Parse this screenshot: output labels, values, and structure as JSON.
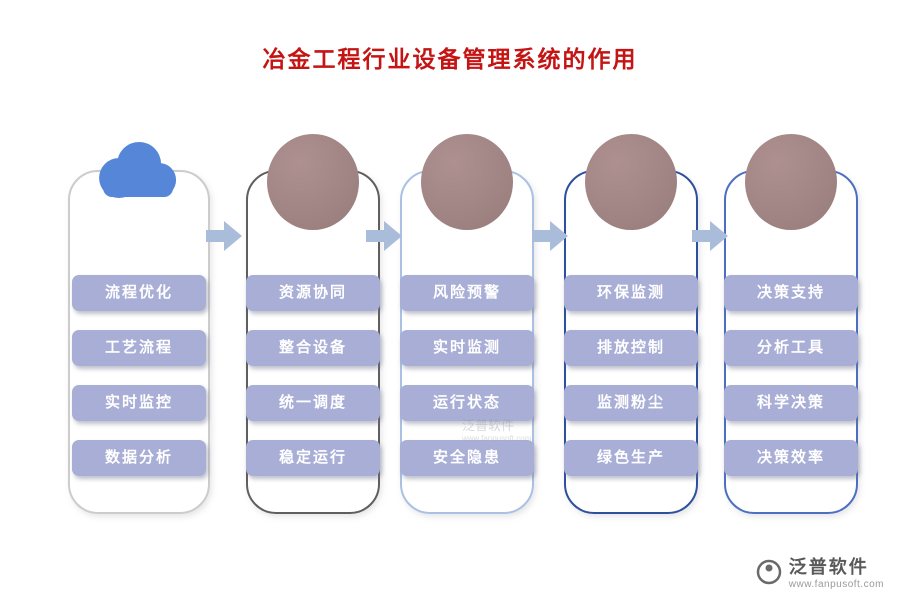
{
  "title": "冶金工程行业设备管理系统的作用",
  "columns": [
    {
      "icon": "cloud-icon",
      "border_color": "#cccccc",
      "items": [
        "流程优化",
        "工艺流程",
        "实时监控",
        "数据分析"
      ]
    },
    {
      "icon": "circle-icon",
      "border_color": "#5f5f5f",
      "items": [
        "资源协同",
        "整合设备",
        "统一调度",
        "稳定运行"
      ]
    },
    {
      "icon": "circle-icon",
      "border_color": "#aac1e3",
      "items": [
        "风险预警",
        "实时监测",
        "运行状态",
        "安全隐患"
      ]
    },
    {
      "icon": "circle-icon",
      "border_color": "#2e4f9d",
      "items": [
        "环保监测",
        "排放控制",
        "监测粉尘",
        "绿色生产"
      ]
    },
    {
      "icon": "circle-icon",
      "border_color": "#4e6fc0",
      "items": [
        "决策支持",
        "分析工具",
        "科学决策",
        "决策效率"
      ]
    }
  ],
  "colors": {
    "title": "#c41414",
    "pill_bg": "#a8aed5",
    "pill_text": "#ffffff",
    "head_circle": "#a38787",
    "cloud": "#5586d8",
    "arrow": "#a9bcd9"
  },
  "watermark": {
    "text": "泛普软件",
    "sub": "www.fanpusoft.com"
  },
  "footer": {
    "brand": "泛普软件",
    "url": "www.fanpusoft.com"
  }
}
